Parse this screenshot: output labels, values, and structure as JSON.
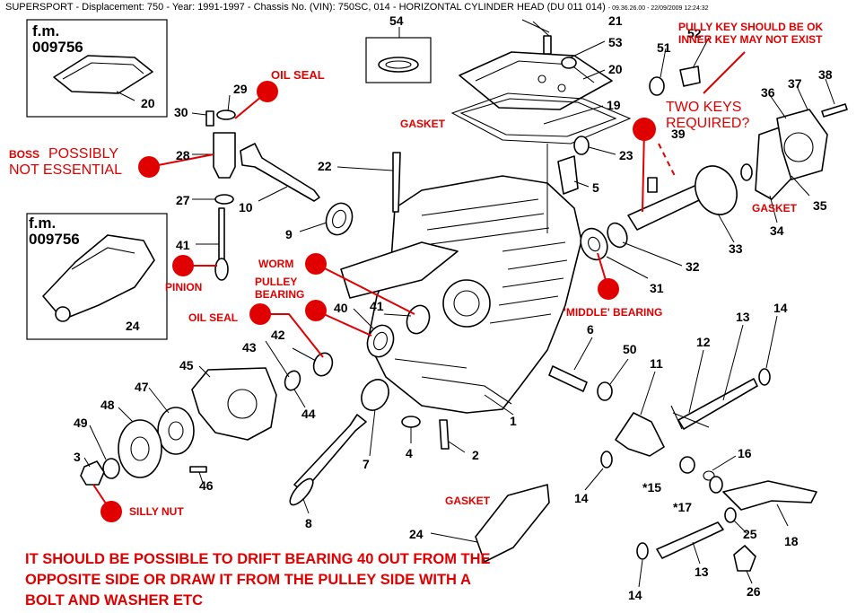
{
  "header": {
    "title": "SUPERSPORT - Displacement:  750 - Year: 1991-1997 - Chassis No. (VIN): 750SC, 014 - HORIZONTAL CYLINDER HEAD (DU 011 014)",
    "timestamp": "- 09.36.26.00 - 22/09/2009 12:24:32"
  },
  "insets": {
    "fm_label": "f.m.",
    "fm_number": "009756",
    "top_part": "20",
    "mid_part": "24"
  },
  "parts": {
    "p1": "1",
    "p2": "2",
    "p3": "3",
    "p4": "4",
    "p5": "5",
    "p6": "6",
    "p7": "7",
    "p8": "8",
    "p9": "9",
    "p10": "10",
    "p11": "11",
    "p12": "12",
    "p13a": "13",
    "p13b": "13",
    "p14a": "14",
    "p14b": "14",
    "p14c": "14",
    "p15": "*15",
    "p16": "16",
    "p17": "*17",
    "p18": "18",
    "p19": "19",
    "p20": "20",
    "p21": "21",
    "p22": "22",
    "p23": "23",
    "p24": "24",
    "p25": "25",
    "p26": "26",
    "p27": "27",
    "p28": "28",
    "p29": "29",
    "p30": "30",
    "p31": "31",
    "p32": "32",
    "p33": "33",
    "p34": "34",
    "p35": "35",
    "p36": "36",
    "p37": "37",
    "p38": "38",
    "p39": "39",
    "p40": "40",
    "p41a": "41",
    "p41b": "41",
    "p42": "42",
    "p43": "43",
    "p44": "44",
    "p45": "45",
    "p46": "46",
    "p47": "47",
    "p48": "48",
    "p49": "49",
    "p50": "50",
    "p51": "51",
    "p52": "52",
    "p53": "53",
    "p54": "54"
  },
  "annotations": {
    "oil_seal_top": "OIL SEAL",
    "boss_a": "BOSS",
    "boss_b": "POSSIBLY",
    "boss_c": "NOT ESSENTIAL",
    "pinion": "PINION",
    "worm": "WORM",
    "pulley_bearing_a": "PULLEY",
    "pulley_bearing_b": "BEARING",
    "oil_seal_left": "OIL SEAL",
    "gasket_top": "GASKET",
    "gasket_right": "GASKET",
    "gasket_bottom": "GASKET",
    "middle_bearing": "'MIDDLE' BEARING",
    "pulley_key_a": "PULLY KEY SHOULD BE OK",
    "pulley_key_b": "INNER KEY MAY NOT EXIST",
    "two_keys_a": "TWO KEYS",
    "two_keys_b": "REQUIRED?",
    "silly_nut": "SILLY NUT",
    "bottom_note": "IT SHOULD BE POSSIBLE TO DRIFT BEARING 40 OUT FROM THE OPPOSITE SIDE OR DRAW IT FROM THE PULLEY SIDE WITH A BOLT AND WASHER ETC"
  },
  "colors": {
    "annotation_red": "#e00000",
    "line_black": "#000000",
    "background": "#ffffff"
  }
}
